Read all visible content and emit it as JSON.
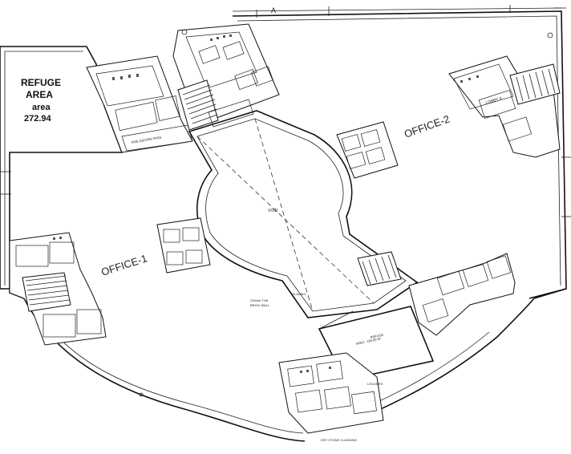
{
  "labels": {
    "refuge_area_title_line1": "REFUGE",
    "refuge_area_title_line2": "AREA",
    "refuge_area_sub": "area",
    "refuge_area_value": "272.94",
    "office_1": "OFFICE-1",
    "office_2": "OFFICE-2",
    "void": "VOID",
    "grid_a": "A",
    "lobby": "LOBBY 4",
    "glazing": "GLAZING",
    "brick_wall_line1": "230mm THK",
    "brick_wall_line2": "BRICK WALL",
    "refuge_small_line1": "REFUGE",
    "refuge_small_line2": "AREA : 160.90 M²",
    "louvers": "LOUVERS",
    "dry_stone_cladding": "DRY STONE CLADDING",
    "fire_escape": "FIRE ESCAPE PASS"
  },
  "colors": {
    "line": "#111111",
    "background": "#ffffff"
  }
}
